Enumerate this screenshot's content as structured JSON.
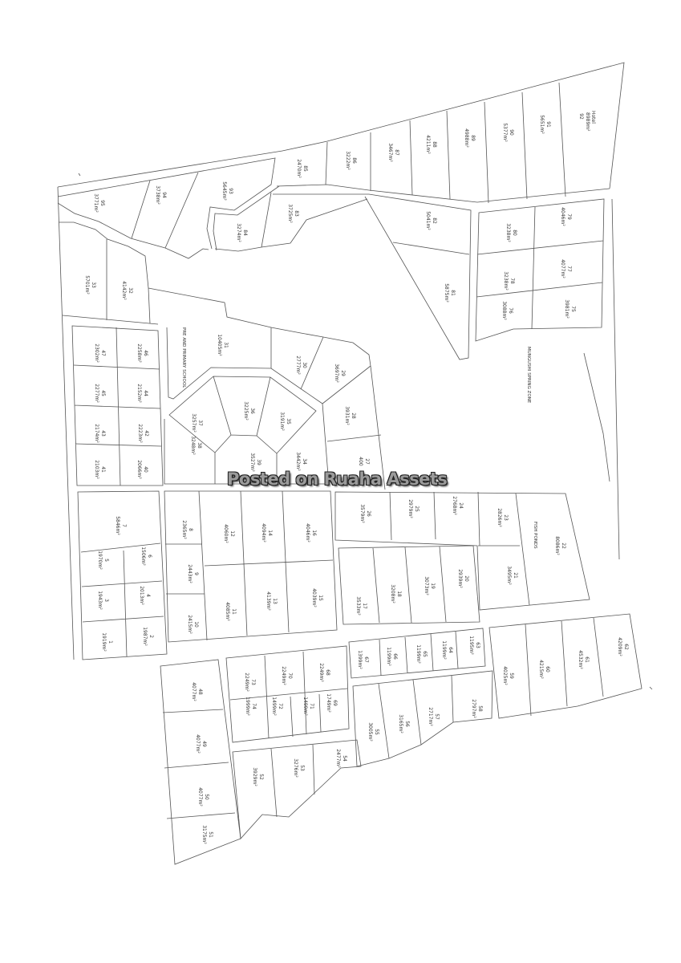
{
  "map": {
    "zones": {
      "school": "PRE AND PRIMARY SCHOOL",
      "spring": "MUNGUSHI SPRING ZONE",
      "fish": "FISH PONDS",
      "hotel": "Hotel"
    },
    "watermark": "Posted on Ruaha Assets",
    "plots": {
      "1": {
        "no": "1",
        "area": "1919m²"
      },
      "2": {
        "no": "2",
        "area": "1987m²"
      },
      "3": {
        "no": "3",
        "area": "1943m²"
      },
      "4": {
        "no": "4",
        "area": "2013m²"
      },
      "5": {
        "no": "5",
        "area": "1970m²"
      },
      "6": {
        "no": "6",
        "area": "1506m²"
      },
      "7": {
        "no": "7",
        "area": "5846m²"
      },
      "8": {
        "no": "8",
        "area": "2365m²"
      },
      "9": {
        "no": "9",
        "area": "2443m²"
      },
      "10": {
        "no": "10",
        "area": "2415m²"
      },
      "11": {
        "no": "11",
        "area": "4085m²"
      },
      "12": {
        "no": "12",
        "area": "4060m²"
      },
      "13": {
        "no": "13",
        "area": "4139m²"
      },
      "14": {
        "no": "14",
        "area": "4094m²"
      },
      "15": {
        "no": "15",
        "area": "4039m²"
      },
      "16": {
        "no": "16",
        "area": "4046m²"
      },
      "17": {
        "no": "17",
        "area": "3533m²"
      },
      "18": {
        "no": "18",
        "area": "3208m²"
      },
      "19": {
        "no": "19",
        "area": "3073m²"
      },
      "20": {
        "no": "20",
        "area": "2939m²"
      },
      "21": {
        "no": "21",
        "area": "3495m²"
      },
      "22": {
        "no": "22",
        "area": "8086m²"
      },
      "23": {
        "no": "23",
        "area": "2826m²"
      },
      "24": {
        "no": "24",
        "area": "2768m²"
      },
      "25": {
        "no": "25",
        "area": "2979m²"
      },
      "26": {
        "no": "26",
        "area": "3579m²"
      },
      "27": {
        "no": "27",
        "area": "400"
      },
      "28": {
        "no": "28",
        "area": "3931m²"
      },
      "29": {
        "no": "29",
        "area": "3697m²"
      },
      "30": {
        "no": "30",
        "area": "2777m²"
      },
      "31": {
        "no": "31",
        "area": "10405m²"
      },
      "32": {
        "no": "32",
        "area": "4142m²"
      },
      "33": {
        "no": "33",
        "area": "5701m²"
      },
      "34": {
        "no": "34",
        "area": "3442m²"
      },
      "35": {
        "no": "35",
        "area": "3191m²"
      },
      "36": {
        "no": "36",
        "area": "3225m²"
      },
      "37": {
        "no": "37",
        "area": "3257m²"
      },
      "38": {
        "no": "38",
        "area": "3248m²"
      },
      "39": {
        "no": "39",
        "area": "3527m²"
      },
      "40": {
        "no": "40",
        "area": "2066m²"
      },
      "41": {
        "no": "41",
        "area": "2103m²"
      },
      "42": {
        "no": "42",
        "area": "2223m²"
      },
      "43": {
        "no": "43",
        "area": "2174m²"
      },
      "44": {
        "no": "44",
        "area": "2152m²"
      },
      "45": {
        "no": "45",
        "area": "2277m²"
      },
      "46": {
        "no": "46",
        "area": "2258m²"
      },
      "47": {
        "no": "47",
        "area": "2302m²"
      },
      "48": {
        "no": "48",
        "area": "4077m²"
      },
      "49": {
        "no": "49",
        "area": "4077m²"
      },
      "50": {
        "no": "50",
        "area": "4077m²"
      },
      "51": {
        "no": "51",
        "area": "3175m²"
      },
      "52": {
        "no": "52",
        "area": "3929m²"
      },
      "53": {
        "no": "53",
        "area": "3276m²"
      },
      "54": {
        "no": "54",
        "area": "2477m²"
      },
      "55": {
        "no": "55",
        "area": "3005m²"
      },
      "56": {
        "no": "56",
        "area": "3165m²"
      },
      "57": {
        "no": "57",
        "area": "2717m²"
      },
      "58": {
        "no": "58",
        "area": "2797m²"
      },
      "59": {
        "no": "59",
        "area": "4025m²"
      },
      "60": {
        "no": "60",
        "area": "4215m²"
      },
      "61": {
        "no": "61",
        "area": "4532m²"
      },
      "62": {
        "no": "62",
        "area": "4209m²"
      },
      "63": {
        "no": "63",
        "area": "1195m²"
      },
      "64": {
        "no": "64",
        "area": "1199m²"
      },
      "65": {
        "no": "65",
        "area": "1199m²"
      },
      "66": {
        "no": "66",
        "area": "1199m²"
      },
      "67": {
        "no": "67",
        "area": "1399m²"
      },
      "68": {
        "no": "68",
        "area": "2249m²"
      },
      "69": {
        "no": "69",
        "area": "1749m²"
      },
      "70": {
        "no": "70",
        "area": "2249m²"
      },
      "71": {
        "no": "71",
        "area": "1499m²"
      },
      "72": {
        "no": "72",
        "area": "1499m²"
      },
      "73": {
        "no": "73",
        "area": "2249m²"
      },
      "74": {
        "no": "74",
        "area": "1999m²"
      },
      "75": {
        "no": "75",
        "area": "3981m²"
      },
      "76": {
        "no": "76",
        "area": "3088m²"
      },
      "77": {
        "no": "77",
        "area": "4077m²"
      },
      "78": {
        "no": "78",
        "area": "3238m²"
      },
      "79": {
        "no": "79",
        "area": "4046m²"
      },
      "80": {
        "no": "80",
        "area": "3238m²"
      },
      "81": {
        "no": "81",
        "area": "5875m²"
      },
      "82": {
        "no": "82",
        "area": "5041m²"
      },
      "83": {
        "no": "83",
        "area": "3725m²"
      },
      "84": {
        "no": "84",
        "area": "3274m²"
      },
      "85": {
        "no": "85",
        "area": "2470m²"
      },
      "86": {
        "no": "86",
        "area": "3222m²"
      },
      "87": {
        "no": "87",
        "area": "3467m²"
      },
      "88": {
        "no": "88",
        "area": "4211m²"
      },
      "89": {
        "no": "89",
        "area": "4988m²"
      },
      "90": {
        "no": "90",
        "area": "5377m²"
      },
      "91": {
        "no": "91",
        "area": "5651m²"
      },
      "92": {
        "no": "92",
        "area": "8989m²"
      },
      "93": {
        "no": "93",
        "area": "5645m²"
      },
      "94": {
        "no": "94",
        "area": "3738m²"
      },
      "95": {
        "no": "95",
        "area": "3771m²"
      }
    }
  }
}
